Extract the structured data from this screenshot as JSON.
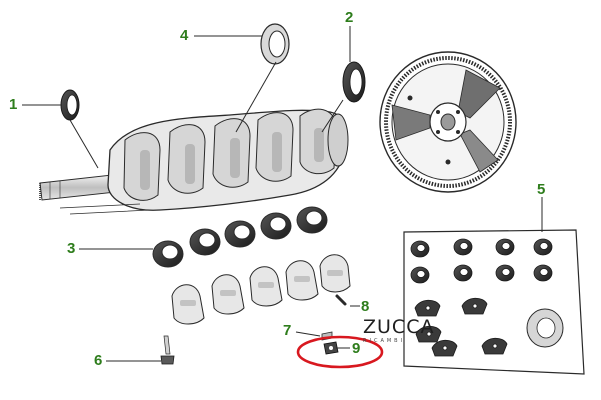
{
  "callouts": {
    "c1": "1",
    "c2": "2",
    "c3": "3",
    "c4": "4",
    "c5": "5",
    "c6": "6",
    "c7": "7",
    "c8": "8",
    "c9": "9"
  },
  "brand": {
    "name": "ZUCCA",
    "sub": "RICAMBI"
  },
  "colors": {
    "callout": "#2e7d1c",
    "highlight": "#d8181f",
    "line": "#2a2a2a",
    "fill": "#ffffff",
    "shade": "#c9c9c9"
  }
}
